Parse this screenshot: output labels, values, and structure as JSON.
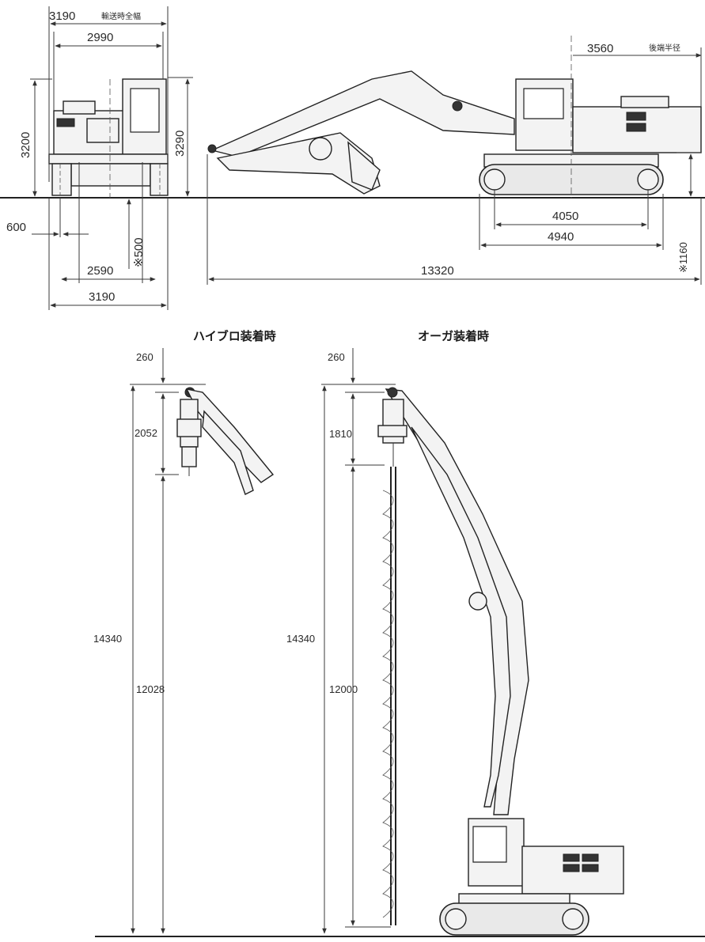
{
  "colors": {
    "line": "#3a3a3a",
    "machine_fill": "#f3f3f3",
    "machine_stroke": "#222222",
    "background": "#ffffff"
  },
  "front_view": {
    "transport_width": "3190",
    "transport_width_label": "輸送時全幅",
    "upper_width": "2990",
    "height_left": "3200",
    "height_right": "3290",
    "shoe_width": "600",
    "clearance": "※500",
    "track_gauge": "2590",
    "overall_width": "3190"
  },
  "side_view": {
    "tail_radius": "3560",
    "tail_radius_label": "後端半径",
    "tumbler_distance": "4050",
    "crawler_length": "4940",
    "counterweight_clearance": "※1160",
    "overall_length": "13320"
  },
  "vibro_view": {
    "title": "ハイブロ装着時",
    "top_offset": "260",
    "attachment_length": "2052",
    "total_height": "14340",
    "lower_height": "12028"
  },
  "auger_view": {
    "title": "オーガ装着時",
    "top_offset": "260",
    "attachment_length": "1810",
    "total_height": "14340",
    "lower_height": "12000"
  }
}
